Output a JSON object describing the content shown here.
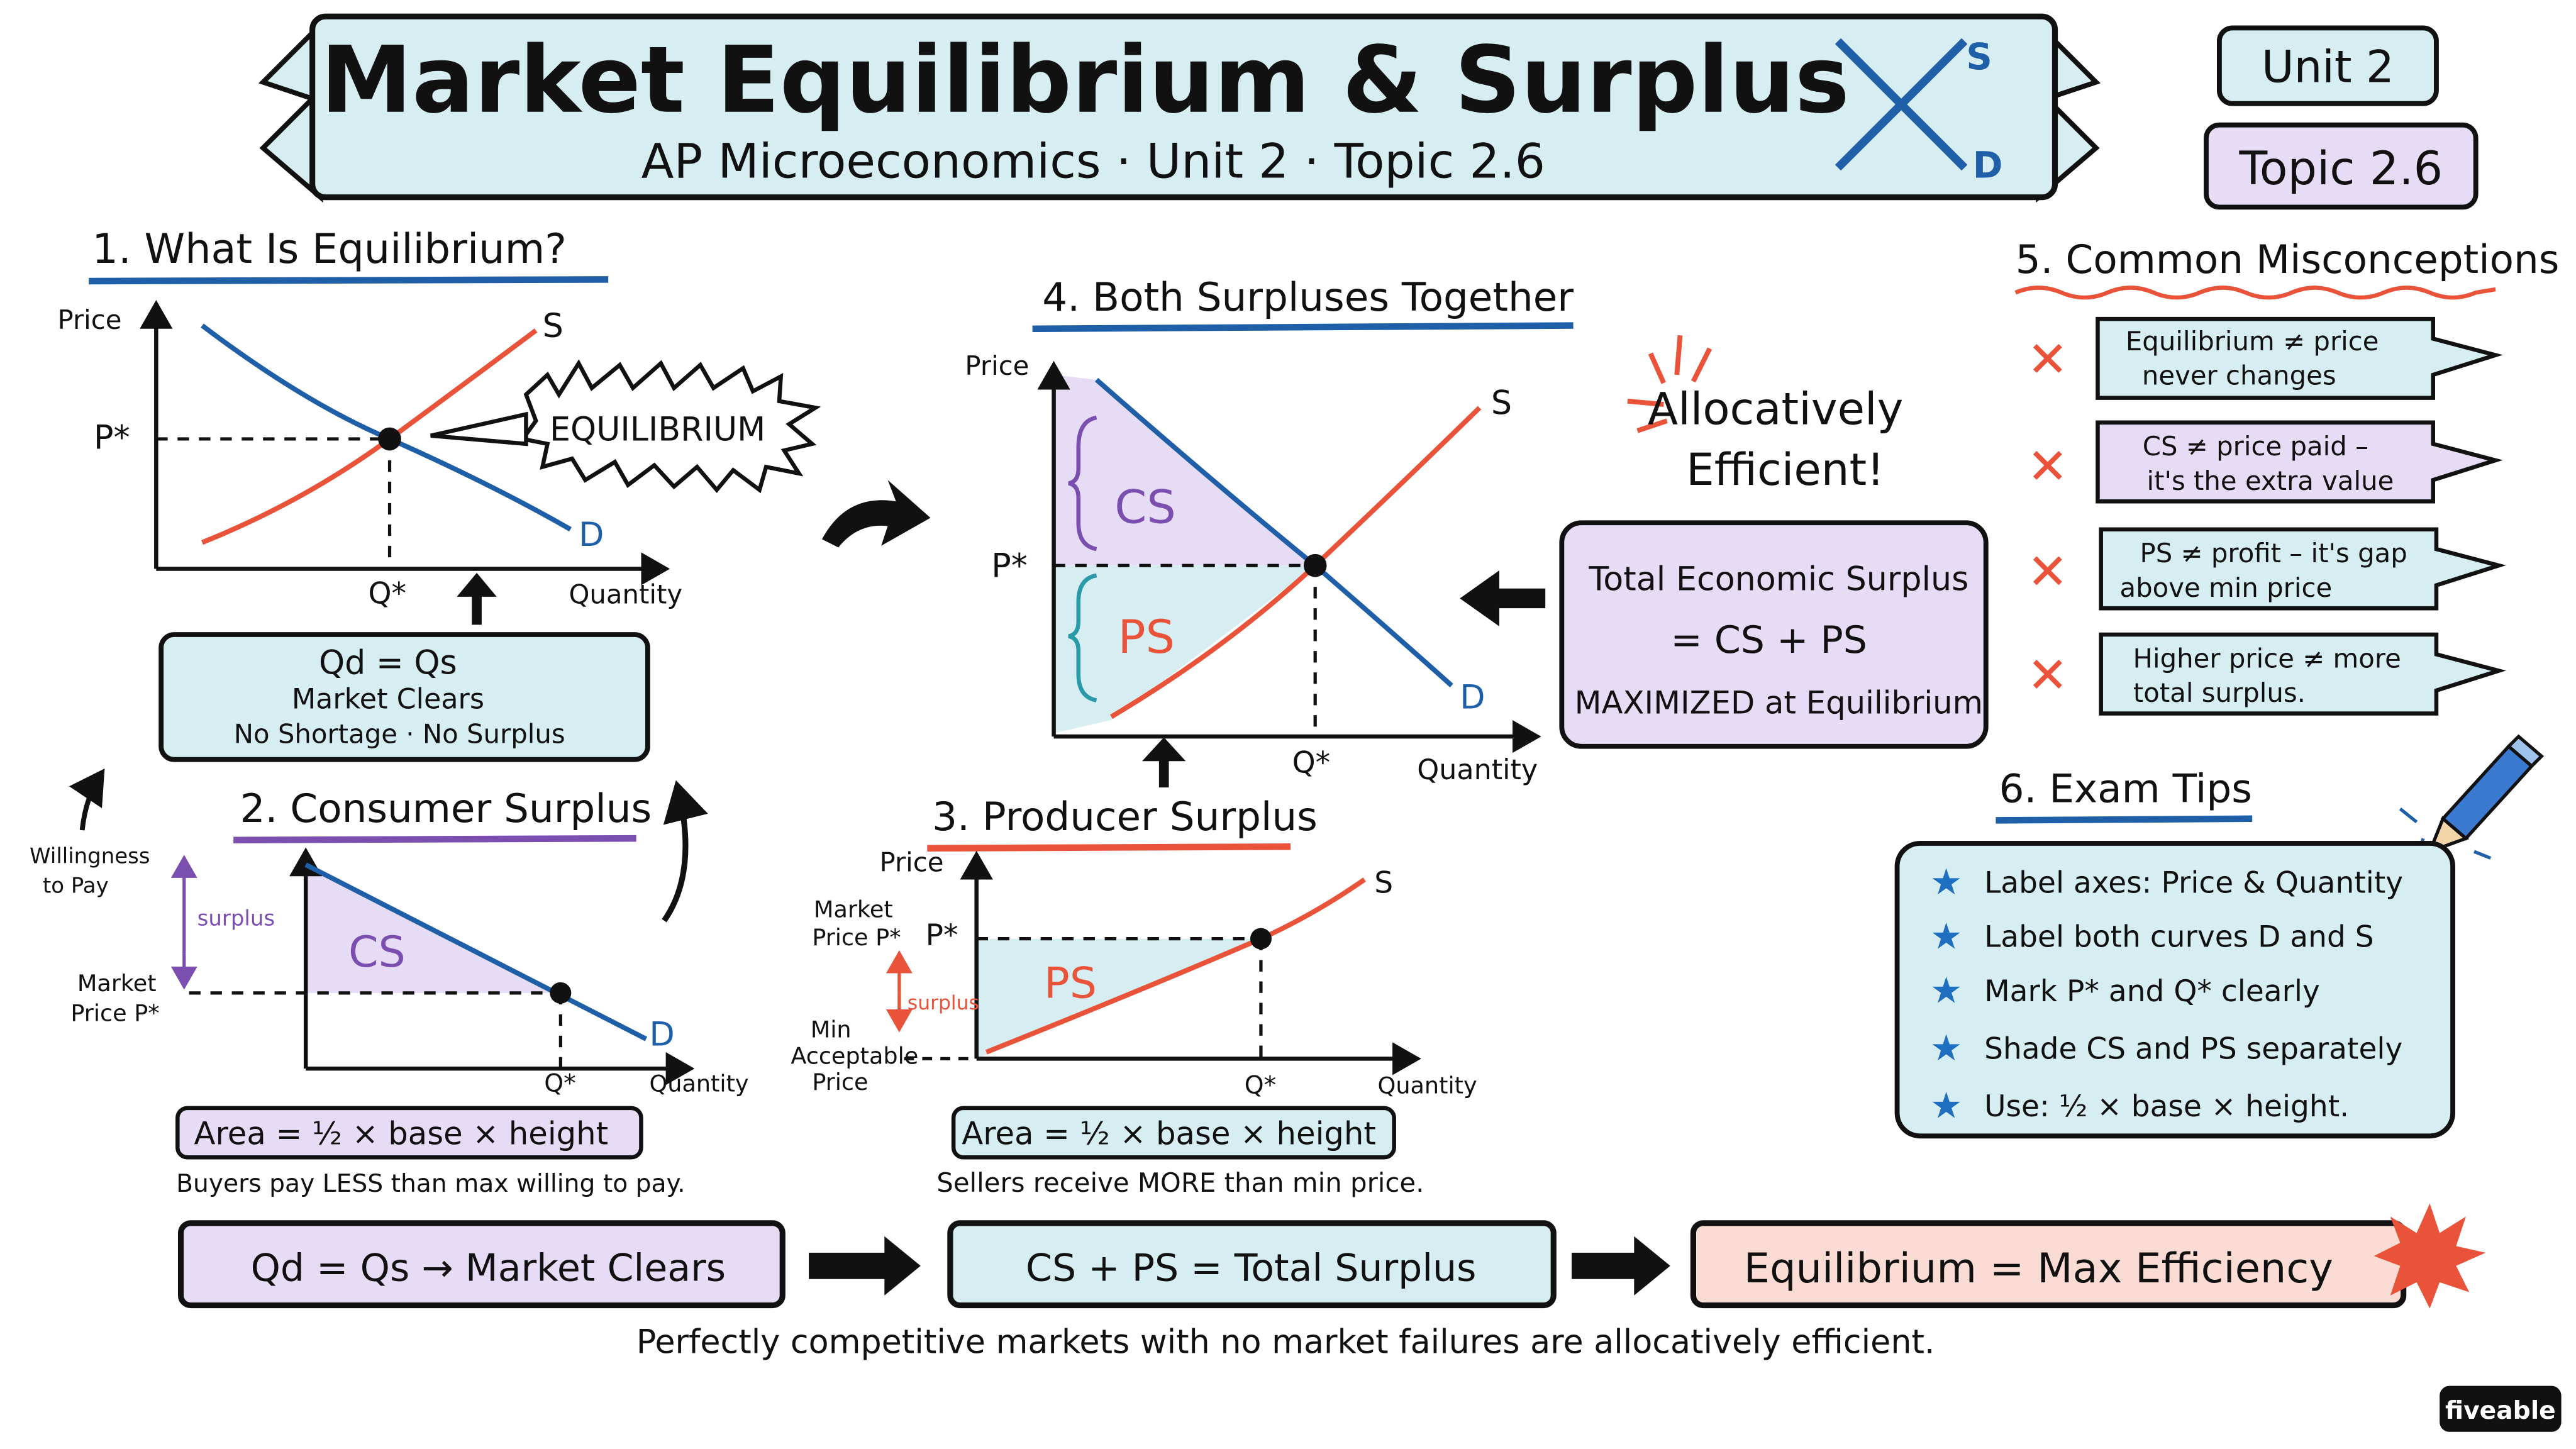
{
  "header": {
    "title": "Market Equilibrium & Surplus",
    "subtitle": "AP Microeconomics · Unit 2 · Topic 2.6",
    "logo": {
      "s": "S",
      "d": "D"
    },
    "unit_badge": "Unit 2",
    "topic_badge": "Topic 2.6"
  },
  "section1": {
    "heading": "1. What Is Equilibrium?",
    "axis_y": "Price",
    "axis_x": "Quantity",
    "p_star": "P*",
    "q_star": "Q*",
    "supply": "S",
    "demand": "D",
    "burst": "EQUILIBRIUM",
    "box_line1": "Qd = Qs",
    "box_line2": "Market Clears",
    "box_line3": "No Shortage · No Surplus"
  },
  "section2": {
    "heading": "2. Consumer Surplus",
    "wtp": [
      "Willingness",
      "to Pay"
    ],
    "market_price": [
      "Market",
      "Price P*"
    ],
    "surplus": "surplus",
    "cs": "CS",
    "demand": "D",
    "q_star": "Q*",
    "axis_x": "Quantity",
    "formula": "Area = ½ × base × height",
    "note": "Buyers pay LESS than max willing to pay."
  },
  "section3": {
    "heading": "3. Producer Surplus",
    "axis_y": "Price",
    "market_price": [
      "Market",
      "Price P*"
    ],
    "p_star": "P*",
    "min_price": [
      "Min",
      "Acceptable",
      "Price"
    ],
    "surplus": "surplus",
    "ps": "PS",
    "supply": "S",
    "q_star": "Q*",
    "axis_x": "Quantity",
    "formula": "Area = ½ × base × height",
    "note": "Sellers receive MORE than min price."
  },
  "section4": {
    "heading": "4. Both Surpluses Together",
    "axis_y": "Price",
    "axis_x": "Quantity",
    "p_star": "P*",
    "q_star": "Q*",
    "supply": "S",
    "demand": "D",
    "cs": "CS",
    "ps": "PS",
    "efficient": [
      "Allocatively",
      "Efficient!"
    ],
    "total_line1": "Total Economic Surplus",
    "total_line2": "= CS + PS",
    "total_line3": "MAXIMIZED at Equilibrium"
  },
  "section5": {
    "heading": "5. Common Misconceptions",
    "items": [
      [
        "Equilibrium ≠ price",
        "never changes"
      ],
      [
        "CS ≠ price paid –",
        "it's the extra value"
      ],
      [
        "PS ≠ profit – it's gap",
        "above min price"
      ],
      [
        "Higher price ≠ more",
        "total surplus."
      ]
    ]
  },
  "section6": {
    "heading": "6. Exam Tips",
    "tips": [
      "Label axes: Price & Quantity",
      "Label both curves D and S",
      "Mark P* and Q* clearly",
      "Shade CS and PS separately",
      "Use: ½ × base × height."
    ]
  },
  "flow": {
    "step1": "Qd = Qs → Market Clears",
    "step2": "CS + PS = Total Surplus",
    "step3": "Equilibrium = Max Efficiency",
    "footer": "Perfectly competitive markets with no market failures are allocatively efficient."
  },
  "brand": "fiveable",
  "colors": {
    "ink": "#111111",
    "blue": "#1f5fa8",
    "red": "#e8533a",
    "purple": "#7b4fb0",
    "cyan_fill": "#d6eef2",
    "purple_fill": "#e7dcf5",
    "peach_fill": "#fbdcd4",
    "star": "#1f6fc0"
  }
}
